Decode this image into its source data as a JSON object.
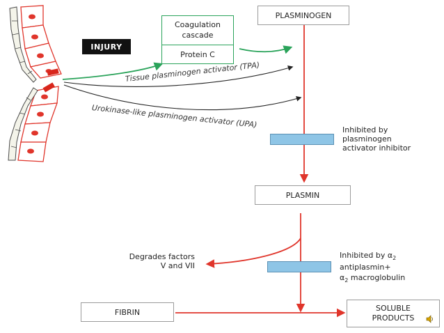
{
  "diagram": {
    "injury": "INJURY",
    "coagulation": {
      "top": "Coagulation\ncascade",
      "bottom": "Protein C"
    },
    "plasminogen": "PLASMINOGEN",
    "tpa_label": "Tissue plasminogen activator (TPA)",
    "upa_label": "Urokinase-like plasminogen activator (UPA)",
    "inhibitor1": "Inhibited by\nplasminogen\nactivator inhibitor",
    "plasmin": "PLASMIN",
    "degrades": "Degrades factors\nV and VII",
    "inhibitor2_line1": "Inhibited by α",
    "inhibitor2_sub1": "2",
    "inhibitor2_line2": "antiplasmin+",
    "inhibitor2_line3_a": "α",
    "inhibitor2_sub2": "2",
    "inhibitor2_line3_b": " macroglobulin",
    "fibrin": "FIBRIN",
    "soluble": "SOLUBLE\nPRODUCTS"
  },
  "colors": {
    "red_arrow": "#e0352b",
    "green_arrow": "#2aa35a",
    "black_arrow": "#222222",
    "inhibitor_bar": "#8ec5e6",
    "cell_outline": "#e0352b",
    "nucleus": "#e0352b"
  },
  "icons": {
    "speaker": "speaker-icon"
  }
}
